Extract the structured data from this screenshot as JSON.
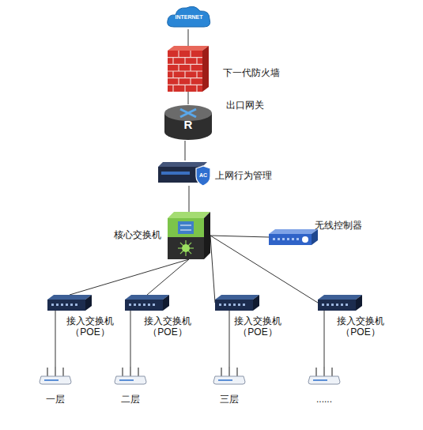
{
  "diagram": {
    "nodes": [
      {
        "text": [
          "INTERNET"
        ]
      },
      {
        "text": [
          "下一代防火墙"
        ]
      },
      {
        "text": [
          "R",
          "出口网关"
        ]
      },
      {
        "text": [
          "AC",
          "上网行为管理"
        ]
      },
      {
        "text": [
          "核心交换机"
        ]
      },
      {
        "text": [
          "无线控制器"
        ]
      },
      {
        "text": [
          "接入交换机 （POE）"
        ]
      },
      {
        "text": [
          "接入交换机 （POE）"
        ]
      },
      {
        "text": [
          "接入交换机 （POE）"
        ]
      },
      {
        "text": [
          "接入交换机 （POE）"
        ]
      },
      {
        "text": [
          "一层"
        ]
      },
      {
        "text": [
          "二层"
        ]
      },
      {
        "text": [
          "三层"
        ]
      },
      {
        "text": [
          "......"
        ]
      }
    ],
    "edges": [
      {
        "from": 0,
        "to": 1,
        "arrow": "none"
      },
      {
        "from": 1,
        "to": 2,
        "arrow": "none"
      },
      {
        "from": 2,
        "to": 3,
        "arrow": "none"
      },
      {
        "from": 3,
        "to": 4,
        "arrow": "none"
      },
      {
        "from": 4,
        "to": 5,
        "arrow": "none"
      },
      {
        "from": 4,
        "to": 6,
        "arrow": "none"
      },
      {
        "from": 4,
        "to": 7,
        "arrow": "none"
      },
      {
        "from": 4,
        "to": 8,
        "arrow": "none"
      },
      {
        "from": 4,
        "to": 9,
        "arrow": "none"
      },
      {
        "from": 6,
        "to": 10,
        "arrow": "none"
      },
      {
        "from": 7,
        "to": 11,
        "arrow": "none"
      },
      {
        "from": 8,
        "to": 12,
        "arrow": "none"
      },
      {
        "from": 9,
        "to": 13,
        "arrow": "none"
      }
    ]
  }
}
